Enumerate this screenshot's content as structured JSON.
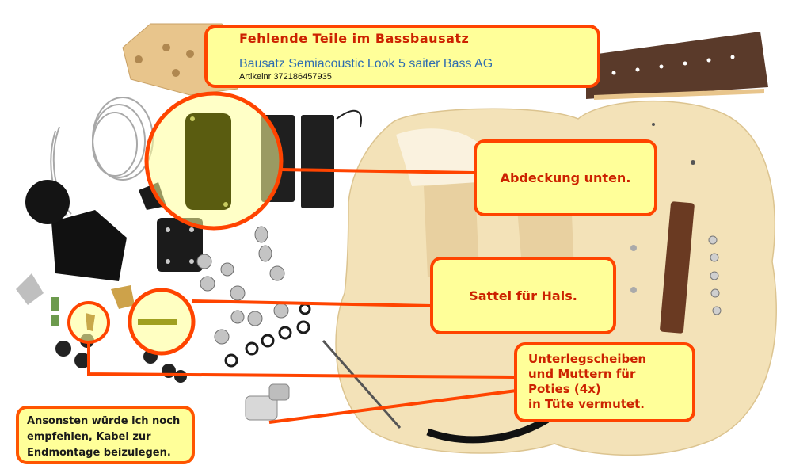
{
  "header_box": {
    "title": "Fehlende Teile im Bassbausatz",
    "product": "Bausatz Semiacoustic Look 5 saiter Bass AG",
    "article": "Artikelnr 372186457935"
  },
  "callouts": {
    "cover": "Abdeckung unten.",
    "nut": "Sattel für Hals.",
    "washers": [
      "Unterlegscheiben",
      "und Muttern für",
      "Poties (4x)",
      "in Tüte vermutet."
    ],
    "advice": [
      "Ansonsten würde ich noch",
      " empfehlen, Kabel zur",
      "Endmontage beizulegen."
    ]
  },
  "colors": {
    "callout_fill": "#ffff99",
    "callout_border": "#ff4400",
    "callout_text": "#cc2200",
    "product_text": "#2f6db0"
  }
}
